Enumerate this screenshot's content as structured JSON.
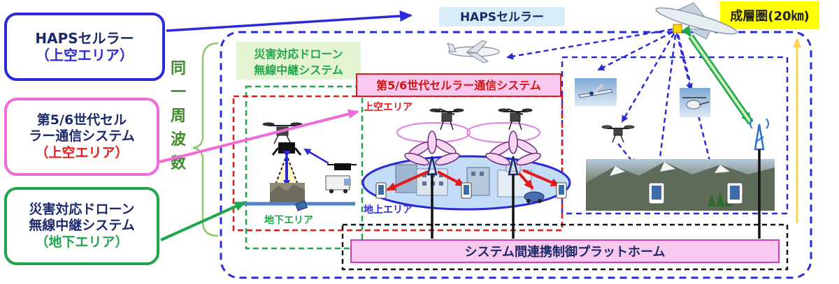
{
  "left_boxes": {
    "haps": {
      "line1": "HAPSセルラー",
      "line2": "（上空エリア）"
    },
    "cellular": {
      "line1": "第5/6世代セル",
      "line2": "ラー通信システム",
      "line3": "（上空エリア）"
    },
    "drone": {
      "line1": "災害対応ドローン",
      "line2": "無線中継システム",
      "line3": "（地下エリア）"
    }
  },
  "same_frequency_chars": [
    "同",
    "一",
    "周",
    "波",
    "数"
  ],
  "top": {
    "haps_cellular_title": "HAPSセルラー",
    "stratosphere": "成層圏(20㎞)"
  },
  "diagram": {
    "drone_system_title_line1": "災害対応ドローン",
    "drone_system_title_line2": "無線中継システム",
    "cellular_system_title": "第5/6世代セルラー通信システム",
    "sky_area": "上空エリア",
    "ground_area": "地上エリア",
    "underground_area": "地下エリア",
    "platform": "システム間連携制御プラットホーム"
  },
  "colors": {
    "blue": "#2a2ad8",
    "pink": "#f06ad8",
    "green": "#1fa64a",
    "red": "#e11b1b",
    "yellow": "#ffff00",
    "light_blue_label": "#d8ecf8"
  }
}
